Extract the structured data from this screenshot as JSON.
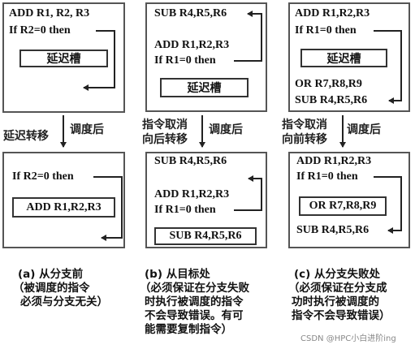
{
  "panel_a": {
    "before": {
      "line1": "ADD R1, R2, R3",
      "line2": "If  R2=0 then",
      "slot": "延迟槽"
    },
    "transition": {
      "left_label": "延迟转移",
      "right_label": "调度后"
    },
    "after": {
      "line1": "If R2=0 then",
      "slot": "ADD R1,R2,R3"
    },
    "caption": {
      "line1": "(a) 从分支前",
      "line2": "（被调度的指令",
      "line3": "必须与分支无关）"
    }
  },
  "panel_b": {
    "before": {
      "line1": "SUB R4,R5,R6",
      "line2": "ADD R1,R2,R3",
      "line3": "If R1=0 then",
      "slot": "延迟槽"
    },
    "transition": {
      "left_label_line1": "指令取消",
      "left_label_line2": "向后转移",
      "right_label": "调度后"
    },
    "after": {
      "line1": "SUB R4,R5,R6",
      "line2": "ADD R1,R2,R3",
      "line3": "If R1=0 then",
      "slot": "SUB R4,R5,R6"
    },
    "caption": {
      "line1": "(b) 从目标处",
      "line2": "（必须保证在分支失败",
      "line3": "时执行被调度的指令",
      "line4": "不会导致错误。有可",
      "line5": "能需要复制指令）"
    }
  },
  "panel_c": {
    "before": {
      "line1": "ADD R1,R2,R3",
      "line2": "If R1=0 then",
      "slot": "延迟槽",
      "line3": "OR R7,R8,R9",
      "line4": "SUB R4,R5,R6"
    },
    "transition": {
      "left_label_line1": "指令取消",
      "left_label_line2": "向前转移",
      "right_label": "调度后"
    },
    "after": {
      "line1": "ADD R1,R2,R3",
      "line2": "If R1=0 then",
      "slot": "OR R7,R8,R9",
      "line3": "SUB R4,R5,R6"
    },
    "caption": {
      "line1": "(c) 从分支失败处",
      "line2": "（必须保证在分支成",
      "line3": "功时执行被调度的",
      "line4": "指令不会导致错误）"
    }
  },
  "watermark": "CSDN @HPC小白进阶ing"
}
